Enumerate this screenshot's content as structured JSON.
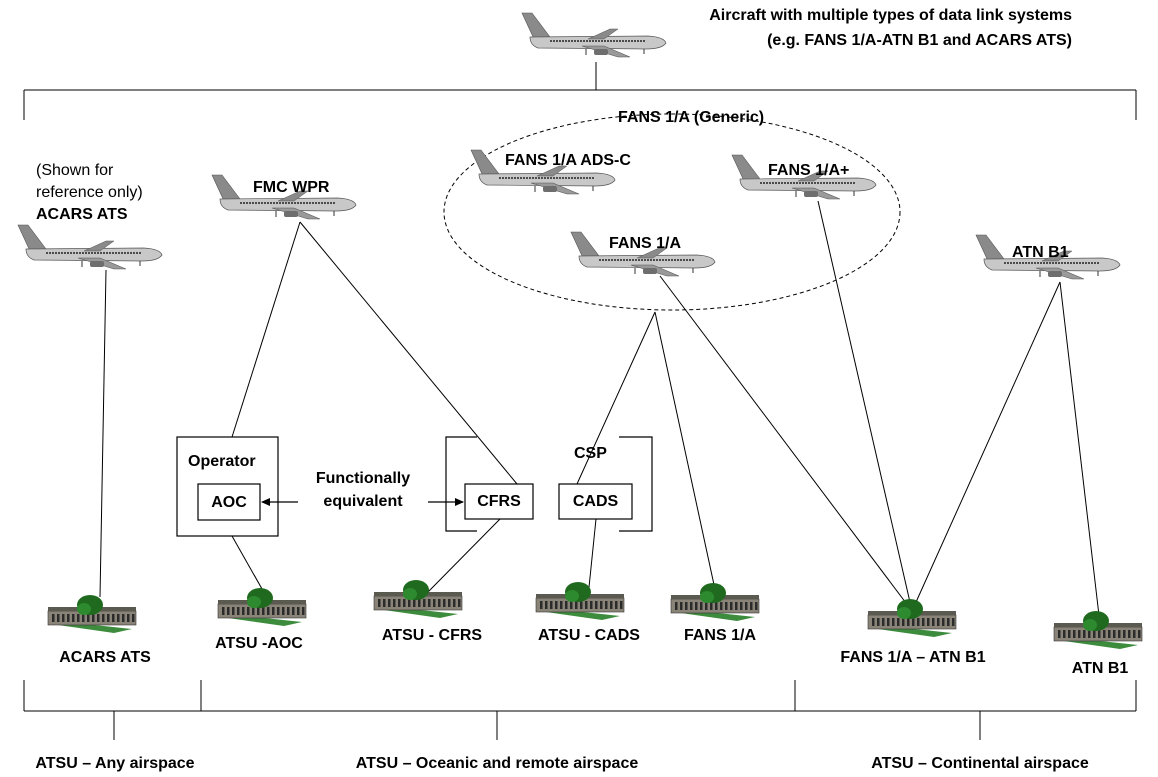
{
  "top_label": {
    "line1": "Aircraft with multiple types of data link systems",
    "line2": "(e.g. FANS 1/A-ATN B1 and ACARS ATS)"
  },
  "group_label": "FANS 1/A (Generic)",
  "aircraft": {
    "acars_note_1": "(Shown for",
    "acars_note_2": "reference only)",
    "acars": "ACARS ATS",
    "fmc": "FMC WPR",
    "fans_adsc": "FANS 1/A ADS-C",
    "fans_plus": "FANS 1/A+",
    "fans": "FANS 1/A",
    "atn": "ATN B1"
  },
  "boxes": {
    "operator": "Operator",
    "aoc": "AOC",
    "csp": "CSP",
    "cfrs": "CFRS",
    "cads": "CADS",
    "func_1": "Functionally",
    "func_2": "equivalent"
  },
  "ground": {
    "acars": "ACARS ATS",
    "aoc": "ATSU -AOC",
    "cfrs": "ATSU - CFRS",
    "cads": "ATSU - CADS",
    "fans": "FANS 1/A",
    "fans_atn": "FANS 1/A – ATN B1",
    "atn": "ATN B1"
  },
  "airspace": {
    "any": "ATSU – Any airspace",
    "oceanic": "ATSU – Oceanic and remote airspace",
    "continental": "ATSU – Continental airspace"
  },
  "colors": {
    "line": "#000000",
    "fuselage": "#c8c8c8",
    "tail": "#8a8a8a",
    "building_wall": "#8a8478",
    "building_roof": "#5a5a50",
    "tree": "#1f6a1f",
    "ground_strip": "#3d8c3d"
  }
}
